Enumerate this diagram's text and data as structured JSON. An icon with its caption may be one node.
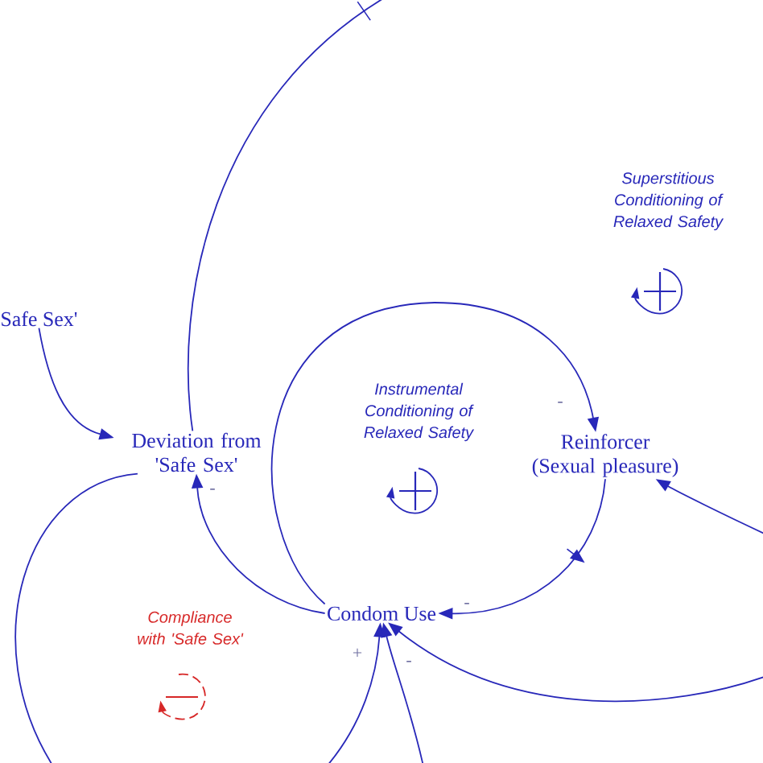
{
  "diagram": {
    "nodes": [
      {
        "text": [
          "Safe Sex'"
        ]
      },
      {
        "text": [
          "Deviation from 'Safe Sex'"
        ]
      },
      {
        "text": [
          "Reinforcer (Sexual pleasure)"
        ]
      },
      {
        "text": [
          "Condom Use"
        ]
      }
    ],
    "edges": [
      {
        "from": 0,
        "to": 1,
        "arrow": "to"
      },
      {
        "from": 1,
        "to": null,
        "arrow": "none"
      },
      {
        "from": 3,
        "to": 1,
        "arrow": "to",
        "label": "-"
      },
      {
        "from": 3,
        "to": 2,
        "arrow": "to",
        "label": "-"
      },
      {
        "from": 2,
        "to": 3,
        "arrow": "to",
        "label": "-"
      },
      {
        "from": null,
        "to": 2,
        "arrow": "to"
      },
      {
        "from": null,
        "to": 3,
        "arrow": "to"
      },
      {
        "from": null,
        "to": 3,
        "arrow": "to",
        "label": "+"
      },
      {
        "from": null,
        "to": 3,
        "arrow": "to",
        "label": "-"
      },
      {
        "from": 1,
        "to": null,
        "arrow": "none"
      }
    ],
    "labels": [
      "Superstitious Conditioning of Relaxed Safety",
      "Instrumental Conditioning of Relaxed Safety",
      "Compliance with 'Safe Sex'"
    ]
  }
}
